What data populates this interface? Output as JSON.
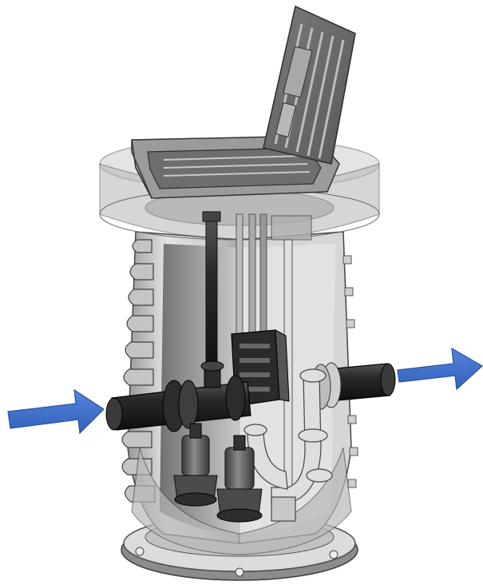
{
  "figure": {
    "subject": "prefabricated-pump-station-cutaway",
    "colors": {
      "flow_arrow": "#3d6fc9",
      "flow_arrow_edge": "#2b52a0",
      "steel_light": "#c9c9c9",
      "steel_mid": "#8e8e8e",
      "steel_dark": "#4a4a4a",
      "pipe_black": "#1e1e1e",
      "tank_shell": "#d8d8d8",
      "collar_translucent": "#b8b8b8"
    },
    "arrows": [
      {
        "role": "inlet-flow",
        "direction": "right"
      },
      {
        "role": "outlet-flow",
        "direction": "right"
      }
    ],
    "icons": [
      "inflow-arrow-icon",
      "outflow-arrow-icon"
    ]
  }
}
